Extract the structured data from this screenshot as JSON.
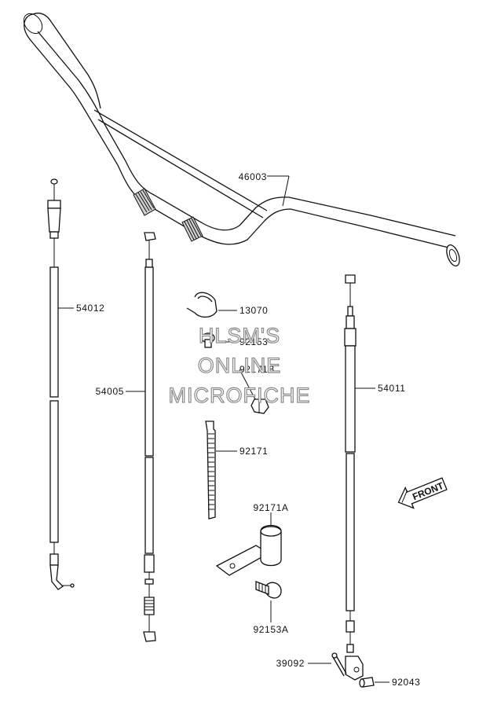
{
  "diagram": {
    "part_labels": {
      "handlebar": "46003",
      "cable_left": "54012",
      "cable_center": "54005",
      "cable_right": "54011",
      "clamp": "13070",
      "bolt_small": "92153",
      "clip_b": "92171B",
      "strap": "92171",
      "bracket_clip": "92171A",
      "bolt_bracket": "92153A",
      "cotter_pin": "39092",
      "pin": "92043"
    },
    "front_arrow": {
      "label": "FRONT"
    },
    "watermark": {
      "line1": "HLSM'S",
      "line2": "ONLINE",
      "line3": "MICROFICHE"
    }
  }
}
